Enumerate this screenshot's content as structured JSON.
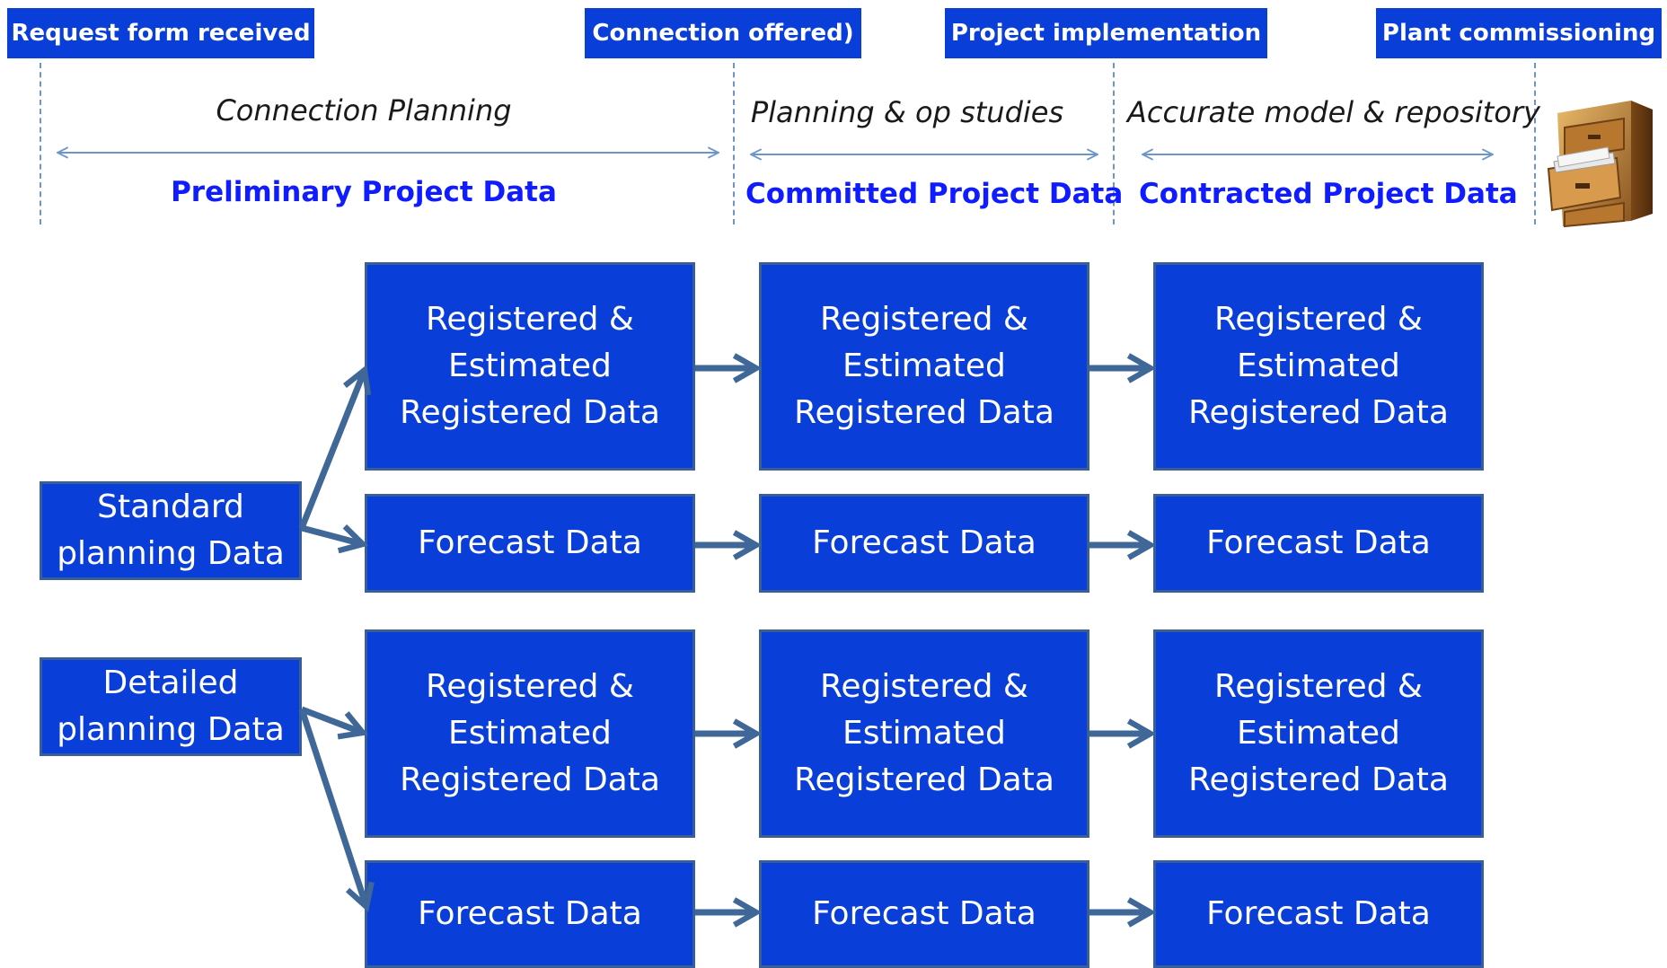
{
  "milestones": [
    "Request form received",
    "Connection offered)",
    "Project implementation",
    "Plant commissioning"
  ],
  "phases": [
    {
      "activity": "Connection Planning",
      "dataset": "Preliminary Project Data"
    },
    {
      "activity": "Planning & op studies",
      "dataset": "Committed Project Data"
    },
    {
      "activity": "Accurate model & repository",
      "dataset": "Contracted Project Data"
    }
  ],
  "repository_icon": "filing-cabinet-icon",
  "sources": {
    "standard": [
      "Standard",
      "planning Data"
    ],
    "detailed": [
      "Detailed",
      "planning Data"
    ]
  },
  "boxes": {
    "registered": [
      "Registered &",
      "Estimated",
      "Registered Data"
    ],
    "forecast": "Forecast Data"
  },
  "colors": {
    "box_fill": "#0a3ed8",
    "box_border": "#3a5f96",
    "arrow": "#3f6797",
    "dataset_text": "#0f1cff",
    "timeline": "#6d95c8"
  }
}
